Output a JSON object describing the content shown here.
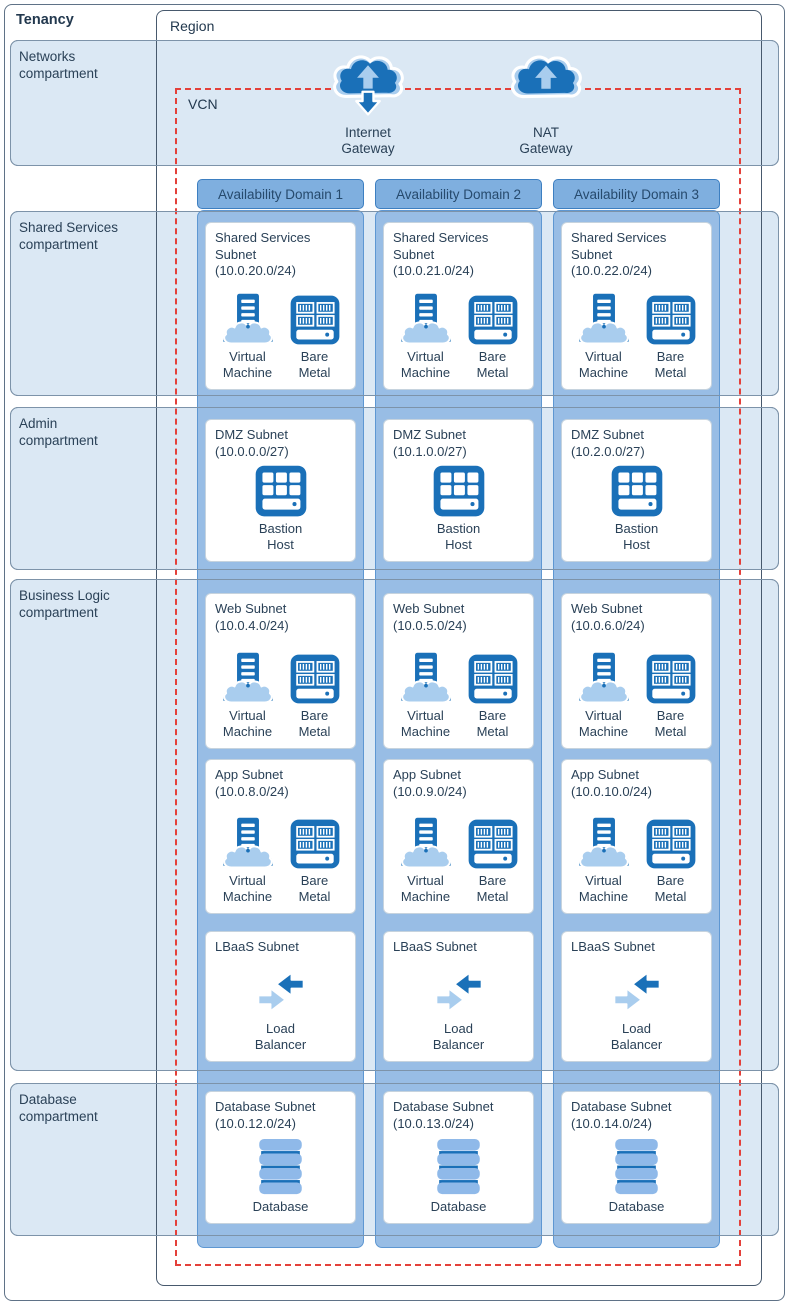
{
  "tenancy": {
    "label": "Tenancy"
  },
  "region": {
    "label": "Region"
  },
  "vcn": {
    "label": "VCN"
  },
  "gateways": [
    {
      "id": "internet-gateway",
      "lines": [
        "Internet",
        "Gateway"
      ]
    },
    {
      "id": "nat-gateway",
      "lines": [
        "NAT",
        "Gateway"
      ]
    }
  ],
  "compartments": [
    {
      "id": "networks",
      "lines": [
        "Networks",
        "compartment"
      ]
    },
    {
      "id": "shared-services",
      "lines": [
        "Shared Services",
        "compartment"
      ]
    },
    {
      "id": "admin",
      "lines": [
        "Admin",
        "compartment"
      ]
    },
    {
      "id": "business-logic",
      "lines": [
        "Business Logic",
        "compartment"
      ]
    },
    {
      "id": "database",
      "lines": [
        "Database",
        "compartment"
      ]
    }
  ],
  "availability_domains": [
    {
      "label": "Availability Domain 1",
      "subnets": [
        {
          "kind": "compute",
          "title_lines": [
            "Shared Services",
            "Subnet",
            "(10.0.20.0/24)"
          ],
          "items": [
            {
              "icon": "virtual-machine",
              "caption_lines": [
                "Virtual",
                "Machine"
              ]
            },
            {
              "icon": "bare-metal",
              "caption_lines": [
                "Bare",
                "Metal"
              ]
            }
          ]
        },
        {
          "kind": "bastion",
          "title_lines": [
            "DMZ Subnet",
            "(10.0.0.0/27)"
          ],
          "items": [
            {
              "icon": "bastion-host",
              "caption_lines": [
                "Bastion",
                "Host"
              ]
            }
          ]
        },
        {
          "kind": "compute",
          "title_lines": [
            "Web Subnet",
            "(10.0.4.0/24)"
          ],
          "items": [
            {
              "icon": "virtual-machine",
              "caption_lines": [
                "Virtual",
                "Machine"
              ]
            },
            {
              "icon": "bare-metal",
              "caption_lines": [
                "Bare",
                "Metal"
              ]
            }
          ]
        },
        {
          "kind": "compute",
          "title_lines": [
            "App Subnet",
            "(10.0.8.0/24)"
          ],
          "items": [
            {
              "icon": "virtual-machine",
              "caption_lines": [
                "Virtual",
                "Machine"
              ]
            },
            {
              "icon": "bare-metal",
              "caption_lines": [
                "Bare",
                "Metal"
              ]
            }
          ]
        },
        {
          "kind": "lb",
          "title_lines": [
            "LBaaS Subnet"
          ],
          "items": [
            {
              "icon": "load-balancer",
              "caption_lines": [
                "Load",
                "Balancer"
              ]
            }
          ]
        },
        {
          "kind": "db",
          "title_lines": [
            "Database Subnet",
            "(10.0.12.0/24)"
          ],
          "items": [
            {
              "icon": "database",
              "caption_lines": [
                "Database"
              ]
            }
          ]
        }
      ]
    },
    {
      "label": "Availability Domain 2",
      "subnets": [
        {
          "kind": "compute",
          "title_lines": [
            "Shared Services",
            "Subnet",
            "(10.0.21.0/24)"
          ],
          "items": [
            {
              "icon": "virtual-machine",
              "caption_lines": [
                "Virtual",
                "Machine"
              ]
            },
            {
              "icon": "bare-metal",
              "caption_lines": [
                "Bare",
                "Metal"
              ]
            }
          ]
        },
        {
          "kind": "bastion",
          "title_lines": [
            "DMZ Subnet",
            "(10.1.0.0/27)"
          ],
          "items": [
            {
              "icon": "bastion-host",
              "caption_lines": [
                "Bastion",
                "Host"
              ]
            }
          ]
        },
        {
          "kind": "compute",
          "title_lines": [
            "Web Subnet",
            "(10.0.5.0/24)"
          ],
          "items": [
            {
              "icon": "virtual-machine",
              "caption_lines": [
                "Virtual",
                "Machine"
              ]
            },
            {
              "icon": "bare-metal",
              "caption_lines": [
                "Bare",
                "Metal"
              ]
            }
          ]
        },
        {
          "kind": "compute",
          "title_lines": [
            "App Subnet",
            "(10.0.9.0/24)"
          ],
          "items": [
            {
              "icon": "virtual-machine",
              "caption_lines": [
                "Virtual",
                "Machine"
              ]
            },
            {
              "icon": "bare-metal",
              "caption_lines": [
                "Bare",
                "Metal"
              ]
            }
          ]
        },
        {
          "kind": "lb",
          "title_lines": [
            "LBaaS Subnet"
          ],
          "items": [
            {
              "icon": "load-balancer",
              "caption_lines": [
                "Load",
                "Balancer"
              ]
            }
          ]
        },
        {
          "kind": "db",
          "title_lines": [
            "Database Subnet",
            "(10.0.13.0/24)"
          ],
          "items": [
            {
              "icon": "database",
              "caption_lines": [
                "Database"
              ]
            }
          ]
        }
      ]
    },
    {
      "label": "Availability Domain 3",
      "subnets": [
        {
          "kind": "compute",
          "title_lines": [
            "Shared Services",
            "Subnet",
            "(10.0.22.0/24)"
          ],
          "items": [
            {
              "icon": "virtual-machine",
              "caption_lines": [
                "Virtual",
                "Machine"
              ]
            },
            {
              "icon": "bare-metal",
              "caption_lines": [
                "Bare",
                "Metal"
              ]
            }
          ]
        },
        {
          "kind": "bastion",
          "title_lines": [
            "DMZ Subnet",
            "(10.2.0.0/27)"
          ],
          "items": [
            {
              "icon": "bastion-host",
              "caption_lines": [
                "Bastion",
                "Host"
              ]
            }
          ]
        },
        {
          "kind": "compute",
          "title_lines": [
            "Web Subnet",
            "(10.0.6.0/24)"
          ],
          "items": [
            {
              "icon": "virtual-machine",
              "caption_lines": [
                "Virtual",
                "Machine"
              ]
            },
            {
              "icon": "bare-metal",
              "caption_lines": [
                "Bare",
                "Metal"
              ]
            }
          ]
        },
        {
          "kind": "compute",
          "title_lines": [
            "App Subnet",
            "(10.0.10.0/24)"
          ],
          "items": [
            {
              "icon": "virtual-machine",
              "caption_lines": [
                "Virtual",
                "Machine"
              ]
            },
            {
              "icon": "bare-metal",
              "caption_lines": [
                "Bare",
                "Metal"
              ]
            }
          ]
        },
        {
          "kind": "lb",
          "title_lines": [
            "LBaaS Subnet"
          ],
          "items": [
            {
              "icon": "load-balancer",
              "caption_lines": [
                "Load",
                "Balancer"
              ]
            }
          ]
        },
        {
          "kind": "db",
          "title_lines": [
            "Database Subnet",
            "(10.0.14.0/24)"
          ],
          "items": [
            {
              "icon": "database",
              "caption_lines": [
                "Database"
              ]
            }
          ]
        }
      ]
    }
  ],
  "colors": {
    "dark_blue": "#1a70b8",
    "light_blue": "#a9cdee",
    "db_blue": "#8fb9e9",
    "column_blue": "#98bde5",
    "chip_blue": "#7fafdf",
    "band_blue": "#dbe8f4",
    "vcn_red": "#e4403a"
  }
}
